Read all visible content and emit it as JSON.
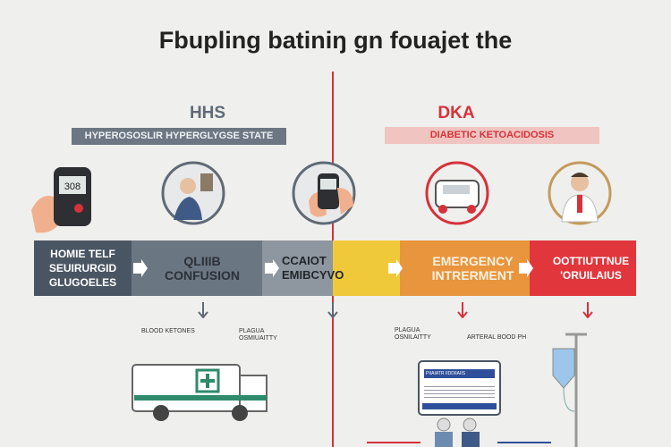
{
  "title": "Fbupling batiniŋ gn fouajet the",
  "hhs": {
    "heading": "HHS",
    "subtitle": "HYPEROSOSLIR HYPERGLYGSE STATE",
    "color": "#5f6a76"
  },
  "dka": {
    "heading": "DKA",
    "subtitle": "DIABETIC KETOACIDOSIS",
    "color": "#d6323a"
  },
  "meter_reading": "308",
  "flow": [
    {
      "label": "HOMIE TELF SEUIRURGID GLUGOELES",
      "color": "#4a5563",
      "text_color": "#ffffff"
    },
    {
      "label": "QLIIIB CONFUSION",
      "color": "#6b7683",
      "text_color": "#2b3138"
    },
    {
      "label": "CCAIOT EMIBCYVO",
      "color": "#8e969f",
      "text_color": "#22262b"
    },
    {
      "label": "EMERGENCY INTRERMENT",
      "color": "#e8953e",
      "text_color": "#fdf1e0"
    },
    {
      "label": "OOTTIUTTNUE 'ORUILAIUS",
      "color": "#e0363c",
      "text_color": "#ffffff"
    }
  ],
  "labels": {
    "blood_ketones": "BLOOD KETONES",
    "plasma_osm_left": "PLAGUA OSMIUAITTY",
    "plasma_osm_right": "PLAGUA OSNILAITTY",
    "arterial_ph": "ARTERAL BOOD PH",
    "monitor_header": "PIIAIATR IIDDIIAIIS"
  }
}
